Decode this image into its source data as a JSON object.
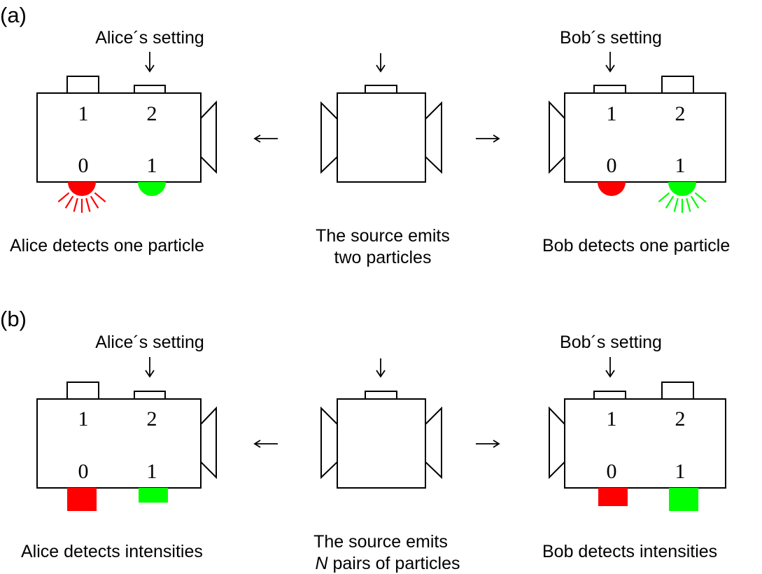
{
  "panels": [
    {
      "label": "(a)",
      "alice": {
        "setting_label": "Alice´s setting",
        "digits_top": [
          "1",
          "2"
        ],
        "digits_bottom": [
          "0",
          "1"
        ],
        "caption": "Alice detects one particle",
        "detector_style": "lamp",
        "red_lit": true,
        "green_lit": false
      },
      "source": {
        "caption_lines": [
          "The source emits",
          "two particles"
        ]
      },
      "bob": {
        "setting_label": "Bob´s setting",
        "digits_top": [
          "1",
          "2"
        ],
        "digits_bottom": [
          "0",
          "1"
        ],
        "caption": "Bob detects one particle",
        "detector_style": "lamp",
        "red_lit": false,
        "green_lit": true
      }
    },
    {
      "label": "(b)",
      "alice": {
        "setting_label": "Alice´s setting",
        "digits_top": [
          "1",
          "2"
        ],
        "digits_bottom": [
          "0",
          "1"
        ],
        "caption": "Alice detects intensities",
        "detector_style": "bar",
        "red_level": 1.0,
        "green_level": 0.65
      },
      "source": {
        "caption_lines": [
          "The source emits",
          "pairs of particles"
        ],
        "caption_prefix_italic": "N"
      },
      "bob": {
        "setting_label": "Bob´s setting",
        "digits_top": [
          "1",
          "2"
        ],
        "digits_bottom": [
          "0",
          "1"
        ],
        "caption": "Bob detects intensities",
        "detector_style": "bar",
        "red_level": 0.8,
        "green_level": 1.0
      }
    }
  ],
  "colors": {
    "red": "#ff0000",
    "green": "#00ff00",
    "line": "#000000"
  }
}
